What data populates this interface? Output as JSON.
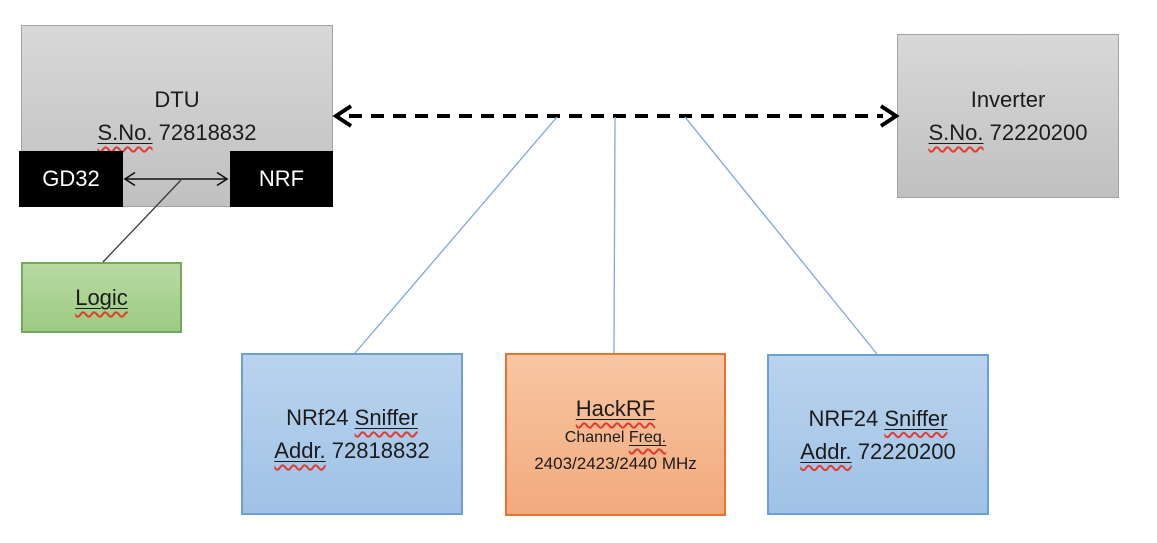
{
  "dtu": {
    "title": "DTU",
    "serial_label": "S.No.",
    "serial": "72818832",
    "chip_left": "GD32",
    "chip_right": "NRF"
  },
  "logic": {
    "label": "Logic"
  },
  "inverter": {
    "title": "Inverter",
    "serial_label": "S.No.",
    "serial": "72220200"
  },
  "sniffer_left": {
    "name_prefix": "NRf24",
    "name_word": "Sniffer",
    "addr_label": "Addr.",
    "addr_value": "72818832"
  },
  "hackrf": {
    "title": "HackRF",
    "freq_prefix": "Channel",
    "freq_word": "Freq.",
    "frequencies": "2403/2423/2440 MHz"
  },
  "sniffer_right": {
    "name_prefix": "NRF24",
    "name_word": "Sniffer",
    "addr_label": "Addr.",
    "addr_value": "72220200"
  },
  "colors": {
    "gray_fill": "#CDCDCD",
    "gray_border": "#A3A3A3",
    "blue_fill": "#AECBE9",
    "blue_border": "#6C9FD3",
    "orange_fill": "#F5B58B",
    "orange_border": "#E97132",
    "green_fill": "#A9D18E",
    "green_border": "#74A85A",
    "chip_black": "#000000",
    "connector_blue": "#7FA8D9",
    "arrow_black": "#000000",
    "squiggle_red": "#E03C31"
  }
}
